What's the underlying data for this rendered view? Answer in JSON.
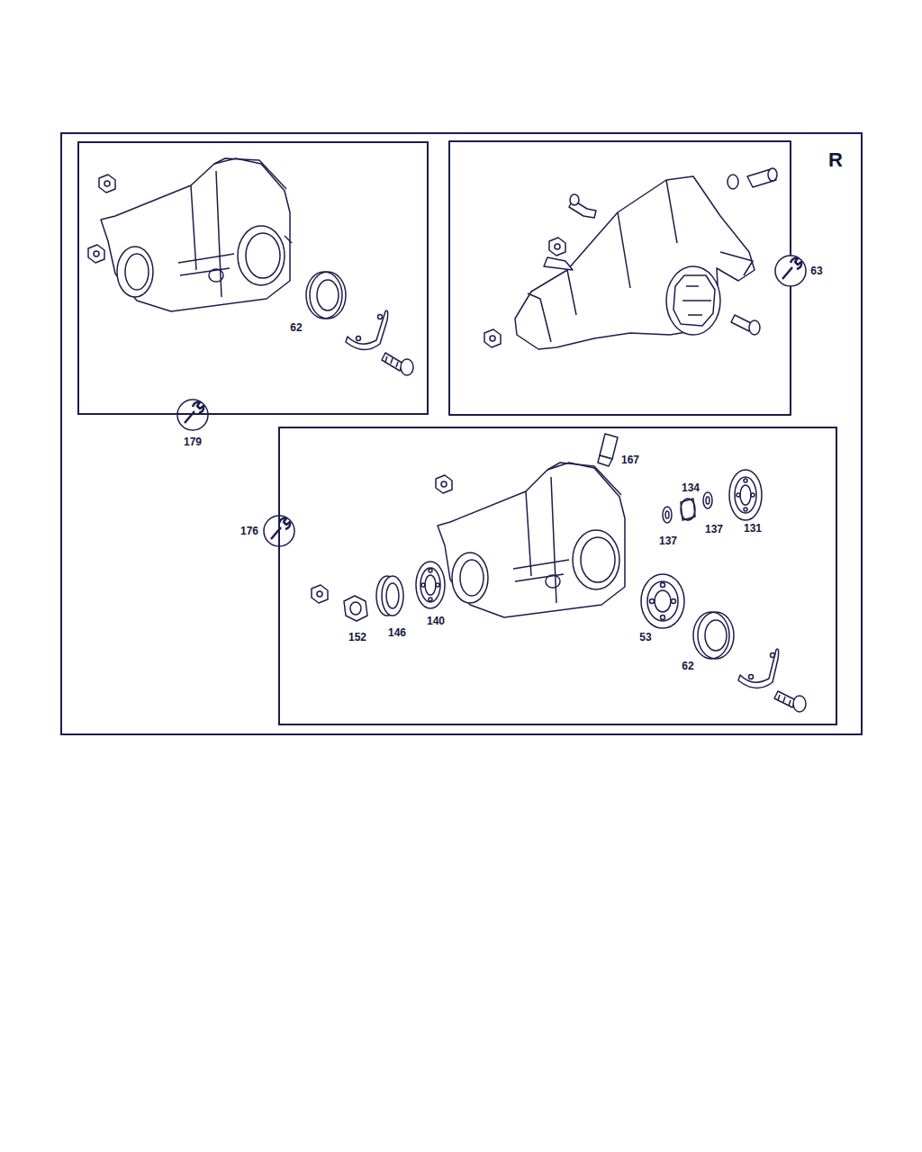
{
  "diagram": {
    "nodes": [
      {
        "text": [
          "R"
        ]
      },
      {
        "text": [
          "62"
        ],
        "in": 0
      },
      {
        "text": [
          "167",
          "134",
          "137",
          "137",
          "131",
          "152",
          "146",
          "140",
          "53",
          "62"
        ],
        "in": 0
      }
    ],
    "labels": [
      "179",
      "176",
      "63"
    ]
  }
}
